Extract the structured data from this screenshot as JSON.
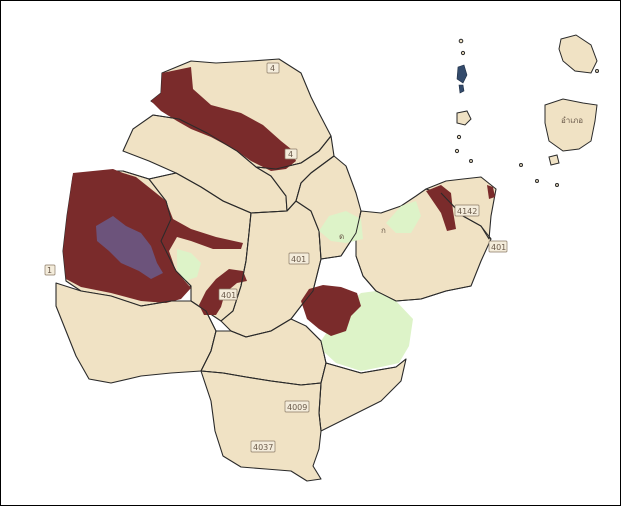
{
  "colors": {
    "background": "#ffffff",
    "base_fill": "#f0e2c4",
    "hazard_dark": "#7a2b2b",
    "hazard_light": "#ddf3c8",
    "water": "#6a5a8a",
    "border": "#2a2a2a"
  },
  "map": {
    "road_labels": {
      "r1": "4",
      "r2": "4",
      "r3": "401",
      "r4": "401",
      "r5": "4142",
      "r6": "401",
      "r7": "4009",
      "r8": "4037",
      "r9": "1"
    },
    "place_text": {
      "p1": "ด",
      "p2": "ก",
      "island_text": "อำเภอ"
    }
  }
}
